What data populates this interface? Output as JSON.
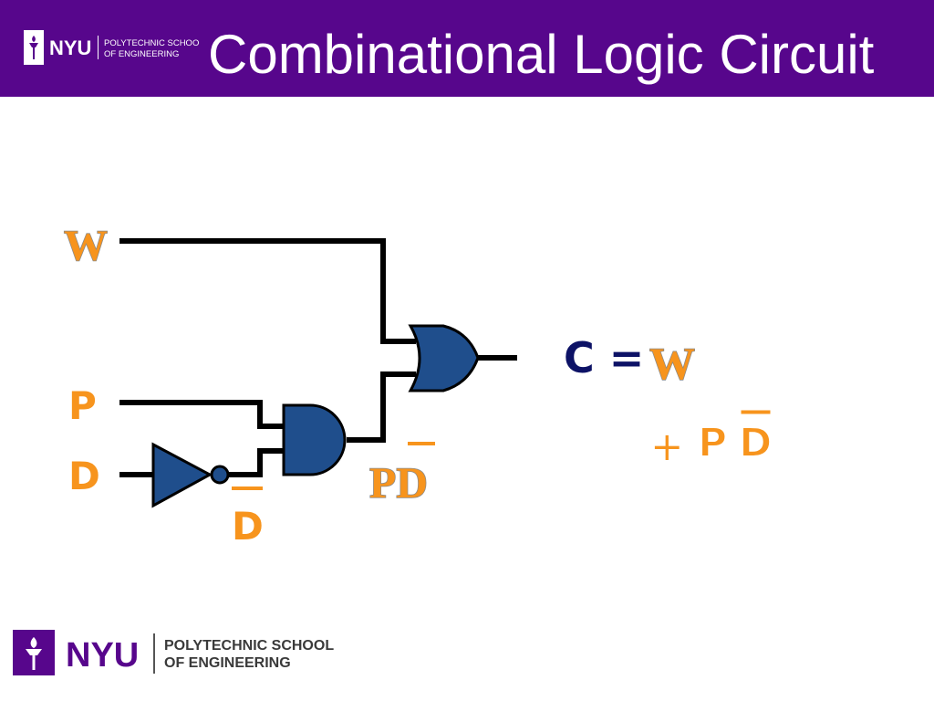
{
  "header": {
    "title": "Combinational Logic Circuit",
    "logo": {
      "wordmark": "NYU",
      "line1": "POLYTECHNIC SCHOOL",
      "line2": "OF ENGINEERING",
      "icon": "torch-icon"
    }
  },
  "diagram": {
    "inputs": {
      "w": "W",
      "p": "P",
      "d": "D"
    },
    "intermediate": {
      "d_not": "D",
      "pd": "PD"
    },
    "gates": [
      {
        "type": "NOT",
        "name": "not-gate"
      },
      {
        "type": "AND",
        "name": "and-gate"
      },
      {
        "type": "OR",
        "name": "or-gate"
      }
    ],
    "equation": {
      "lhs": "C =",
      "term1": "W",
      "plus": "+",
      "term2_p": "P",
      "term2_d": "D"
    }
  },
  "footer": {
    "wordmark": "NYU",
    "line1": "POLYTECHNIC SCHOOL",
    "line2": "OF ENGINEERING",
    "icon": "torch-icon"
  },
  "colors": {
    "header_bg": "#57068c",
    "gate_fill": "#1f4e8c",
    "label_orange": "#f7941d",
    "equation_navy": "#0d1266",
    "wire": "#000000"
  }
}
